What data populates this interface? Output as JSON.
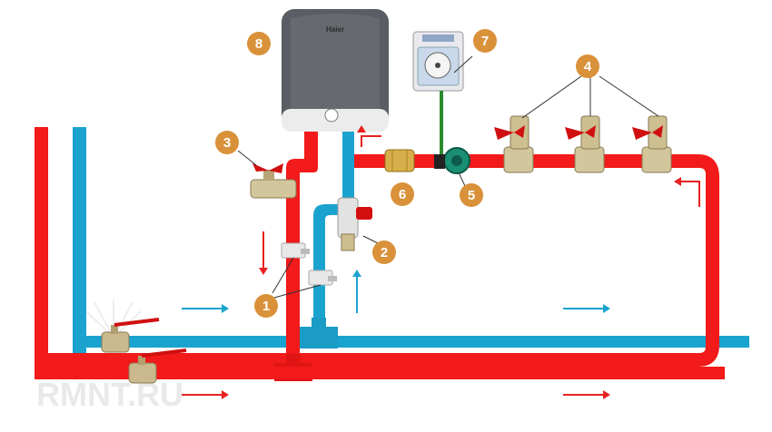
{
  "colors": {
    "hot": "#f21a1a",
    "cold": "#1ba3cf",
    "badge": "#d9913a",
    "control": "#2e8b2e",
    "arrow_hot": "#e82020",
    "arrow_cold": "#1ba3cf"
  },
  "heater": {
    "brand": "Haier"
  },
  "badges": [
    "8",
    "7",
    "3",
    "4",
    "6",
    "5",
    "2",
    "1"
  ],
  "watermark": {
    "text": "RMNT.RU"
  },
  "icons": [
    "water-heater-icon",
    "timer-relay-icon",
    "ball-valve-icon",
    "check-valve-icon",
    "circulation-pump-icon",
    "safety-valve-icon",
    "tee-fitting-icon",
    "flow-arrow-icon"
  ]
}
